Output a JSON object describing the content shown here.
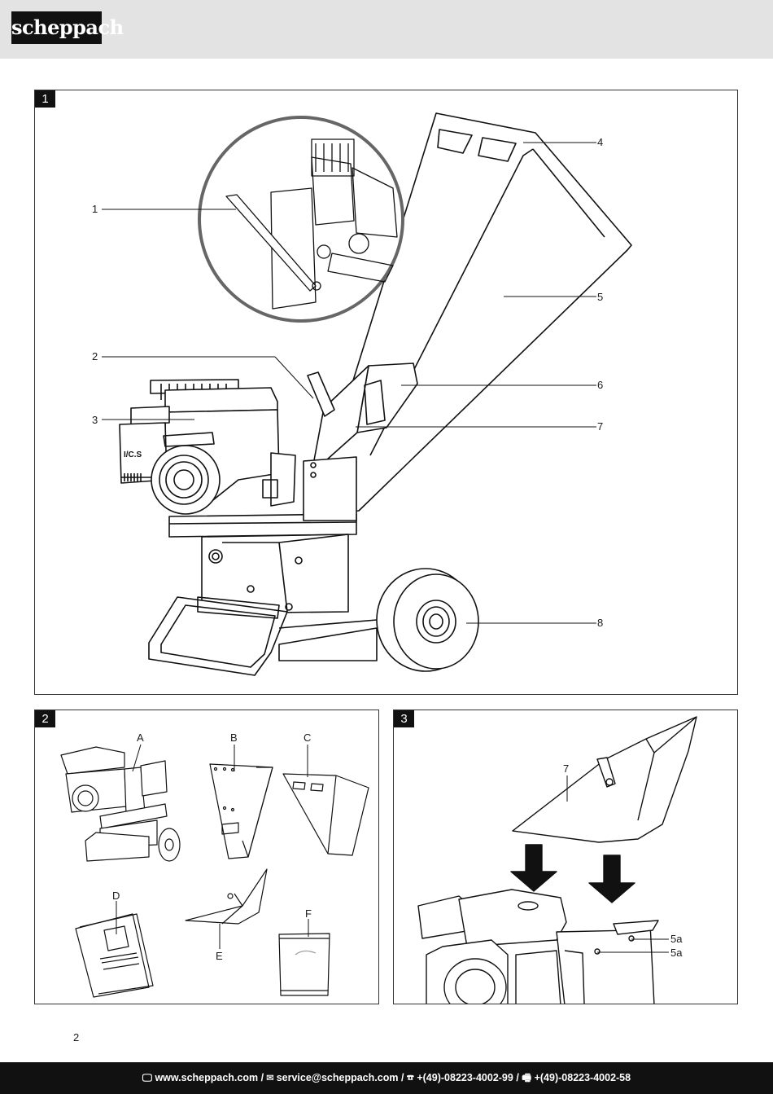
{
  "header": {
    "brand": "scheppach"
  },
  "figure1": {
    "number": "1",
    "callouts": [
      "1",
      "2",
      "3",
      "4",
      "5",
      "6",
      "7",
      "8"
    ],
    "engine_label": "I/C.S"
  },
  "figure2": {
    "number": "2",
    "items": [
      "A",
      "B",
      "C",
      "D",
      "E",
      "F"
    ]
  },
  "figure3": {
    "number": "3",
    "labels": [
      "7",
      "5a",
      "5a"
    ]
  },
  "page_number": "2",
  "footer": {
    "website": "www.scheppach.com",
    "email": "service@scheppach.com",
    "phone": "+(49)-08223-4002-99",
    "fax": "+(49)-08223-4002-58",
    "separator": "/",
    "icons": [
      "monitor-icon",
      "mail-icon",
      "phone-icon",
      "fax-icon"
    ]
  }
}
